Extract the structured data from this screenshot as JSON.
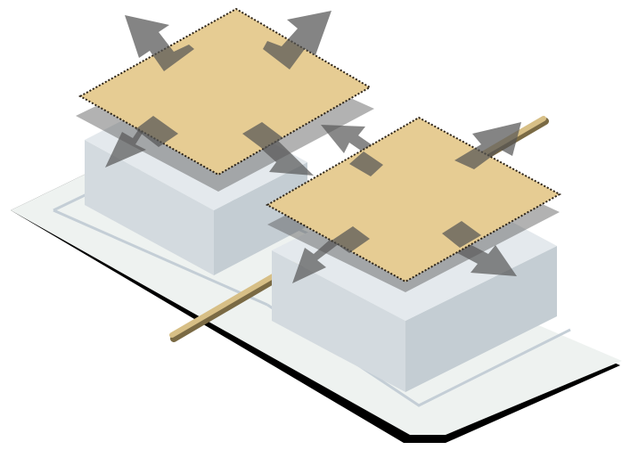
{
  "colors": {
    "background": "#ffffff",
    "base_plate_top": "#eef2f0",
    "base_plate_edge": "#000000",
    "base_groove": "#c4ced6",
    "box_top": "#e4e9ed",
    "box_front_left": "#d3dadf",
    "box_front_right": "#c4cdd3",
    "floating_panel": "#e6cc93",
    "panel_dotted_edge": "#2d2418",
    "arrow_fill": "#555555",
    "rod": "#d7bf86"
  },
  "figure": {
    "modules": 2,
    "arrows_per_panel": 4,
    "arrow_direction": "outward"
  }
}
